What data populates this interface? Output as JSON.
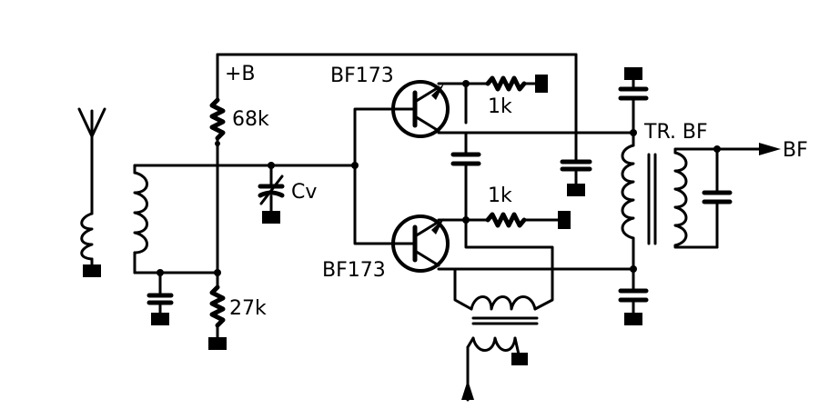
{
  "labels": {
    "supply": "+B",
    "transistor_top": "BF173",
    "transistor_bottom": "BF173",
    "r_68k": "68k",
    "r_27k": "27k",
    "r_1k_top": "1k",
    "r_1k_bottom": "1k",
    "cap_variable": "Cv",
    "transformer": "TR. BF",
    "output": "BF"
  }
}
